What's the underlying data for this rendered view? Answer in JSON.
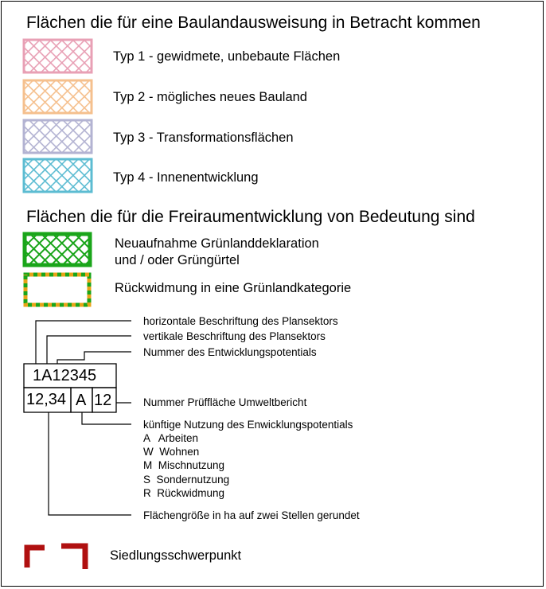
{
  "section_bauland": {
    "title": "Flächen die für eine Baulandausweisung in Betracht kommen",
    "items": [
      {
        "label": "Typ 1 - gewidmete, unbebaute Flächen",
        "color": "#e8a0b5"
      },
      {
        "label": "Typ 2 - mögliches neues Bauland",
        "color": "#f5c08e"
      },
      {
        "label": "Typ 3 - Transformationsflächen",
        "color": "#b3b3d2"
      },
      {
        "label": "Typ 4 - Innenentwicklung",
        "color": "#5cbcd2"
      }
    ]
  },
  "section_freiraum": {
    "title": "Flächen die für die Freiraumentwicklung von Bedeutung sind",
    "item1_line1": "Neuaufnahme Grünlanddeklaration",
    "item1_line2": "und / oder Grüngürtel",
    "item1_color": "#1aa51a",
    "item2_label": "Rückwidmung in eine Grünlandkategorie",
    "item2_colors": [
      "#1aa51a",
      "#e8a317"
    ]
  },
  "code_diagram": {
    "top_code": "1A12345",
    "area": "12,34",
    "use": "A",
    "number": "12",
    "annotations": {
      "horizontal": "horizontale Beschriftung des Plansektors",
      "vertical": "vertikale Beschriftung des Plansektors",
      "potential_number": "Nummer des Entwicklungspotentials",
      "pruef": "Nummer Prüffläche Umweltbericht",
      "usage_title": "künftige Nutzung des Enwicklungspotentials",
      "usage_items": [
        "A   Arbeiten",
        "W  Wohnen",
        "M  Mischnutzung",
        "S  Sondernutzung",
        "R  Rückwidmung"
      ],
      "area_note": "Flächengröße in ha auf zwei Stellen gerundet"
    }
  },
  "siedlung": {
    "label": "Siedlungsschwerpunkt",
    "color": "#b01010"
  }
}
